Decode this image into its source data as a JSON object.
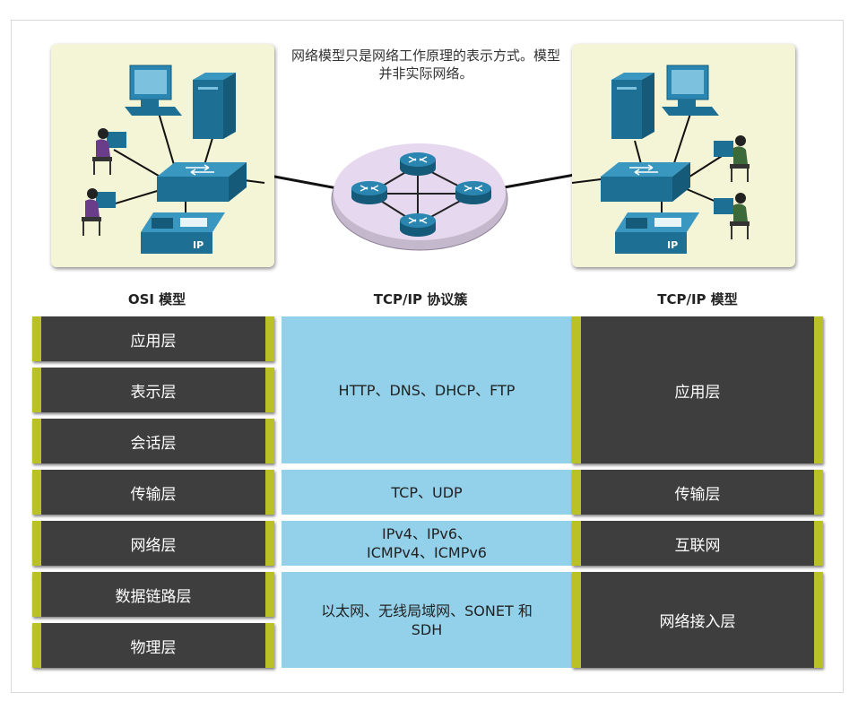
{
  "caption": "网络模型只是网络工作原理的表示方式。模型并非实际网络。",
  "headers": {
    "osi": "OSI 模型",
    "suite": "TCP/IP 协议簇",
    "tcpip": "TCP/IP 模型"
  },
  "osi_layers": [
    "应用层",
    "表示层",
    "会话层",
    "传输层",
    "网络层",
    "数据链路层",
    "物理层"
  ],
  "protocols": {
    "app": "HTTP、DNS、DHCP、FTP",
    "transport": "TCP、UDP",
    "network_line1": "IPv4、IPv6、",
    "network_line2": "ICMPv4、ICMPv6",
    "access_line1": "以太网、无线局域网、SONET 和",
    "access_line2": "SDH"
  },
  "tcpip_layers": [
    "应用层",
    "传输层",
    "互联网",
    "网络接入层"
  ],
  "phone_label": "IP",
  "colors": {
    "layer_bg": "#3e3e3e",
    "layer_accent": "#bac126",
    "protocol_bg": "#93d1ea",
    "panel_bg": "#f4f4d7",
    "device_blue": "#1d6f94"
  }
}
